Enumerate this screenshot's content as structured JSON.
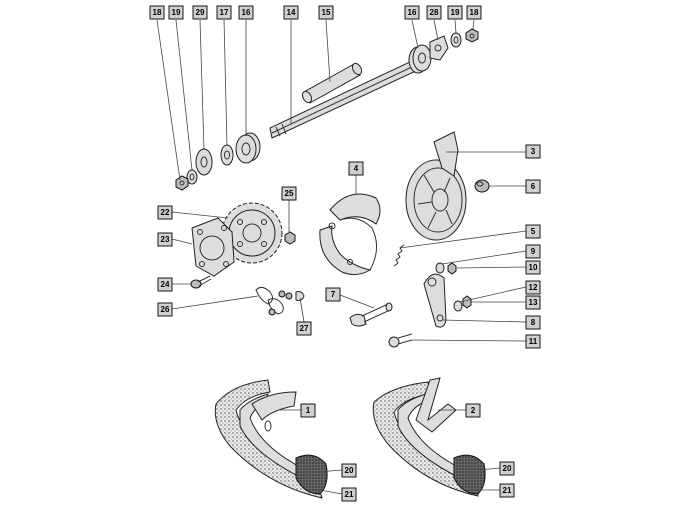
{
  "diagram": {
    "callouts": {
      "c18a": "18",
      "c19a": "19",
      "c29": "29",
      "c17": "17",
      "c16a": "16",
      "c14": "14",
      "c15": "15",
      "c16b": "16",
      "c28": "28",
      "c19b": "19",
      "c18b": "18",
      "c3": "3",
      "c6": "6",
      "c4": "4",
      "c25": "25",
      "c22": "22",
      "c23": "23",
      "c5": "5",
      "c9": "9",
      "c10": "10",
      "c24": "24",
      "c26": "26",
      "c7": "7",
      "c12": "12",
      "c13": "13",
      "c8": "8",
      "c27": "27",
      "c11": "11",
      "c1": "1",
      "c2": "2",
      "c20a": "20",
      "c20b": "20",
      "c21a": "21",
      "c21b": "21"
    }
  }
}
